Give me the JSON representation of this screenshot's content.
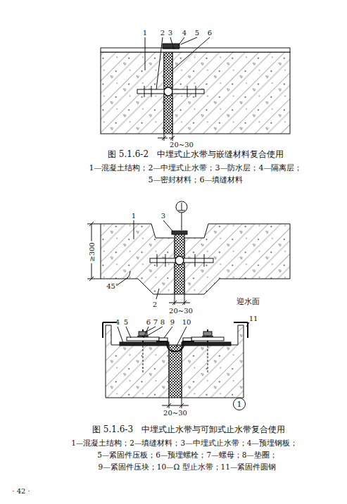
{
  "diagram": {
    "nodes": [
      {
        "text": [
          "1"
        ]
      }
    ],
    "labels": [
      "1",
      "2",
      "3",
      "4",
      "5",
      "6",
      "20~30",
      "图 5.1.6-2　中埋式止水带与嵌缝材料复合使用",
      "1—混凝土结构；2—中埋式止水带；3—防水层；4—隔离层；",
      "5—密封材料；6—填缝材料",
      "1",
      "3",
      "≥300",
      "45°",
      "2",
      "20~30",
      "迎水面",
      "4",
      "5",
      "6",
      "7",
      "8",
      "9",
      "10",
      "11",
      "20~30",
      "图 5.1.6-3　中埋式止水带与可卸式止水带复合使用",
      "1—混凝土结构；2—填缝材料；3—中埋式止水带；4—预埋钢板；",
      "5—紧固件压板；6—预埋螺栓；7—螺母；8—垫圈；",
      "9—紧固件压块；10—Ω 型止水带；11—紧固件圆钢",
      "· 42 ·"
    ]
  }
}
